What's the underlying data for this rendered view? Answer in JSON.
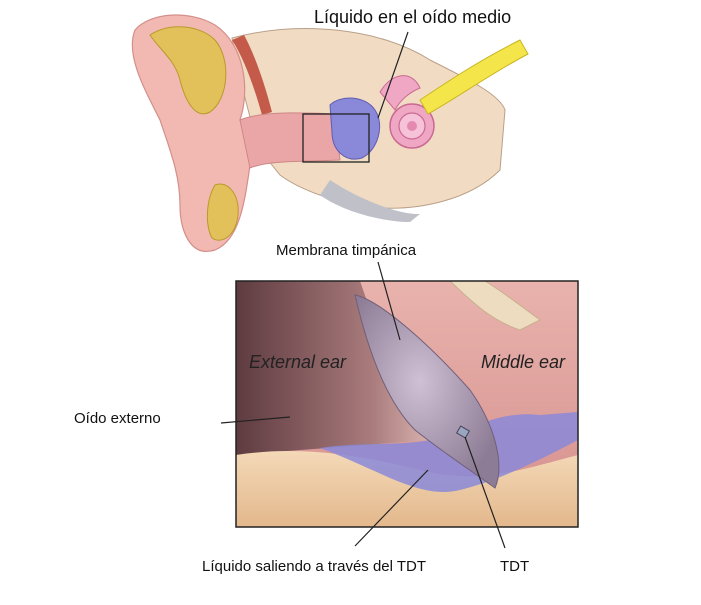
{
  "labels": {
    "fluid_middle_ear": "Líquido en el oído medio",
    "tympanic_membrane": "Membrana timpánica",
    "outer_ear": "Oído externo",
    "fluid_through_tube": "Líquido saliendo  a través del TDT",
    "tube": "TDT"
  },
  "inset_labels": {
    "external_ear": "External ear",
    "middle_ear": "Middle ear"
  },
  "colors": {
    "skin": "#f2b8b2",
    "bone": "#f1dcc3",
    "fluid": "#8a88d8",
    "nerve": "#f4e54a",
    "cochlea": "#e38ab0",
    "canal_dark": "#7b4f55"
  }
}
